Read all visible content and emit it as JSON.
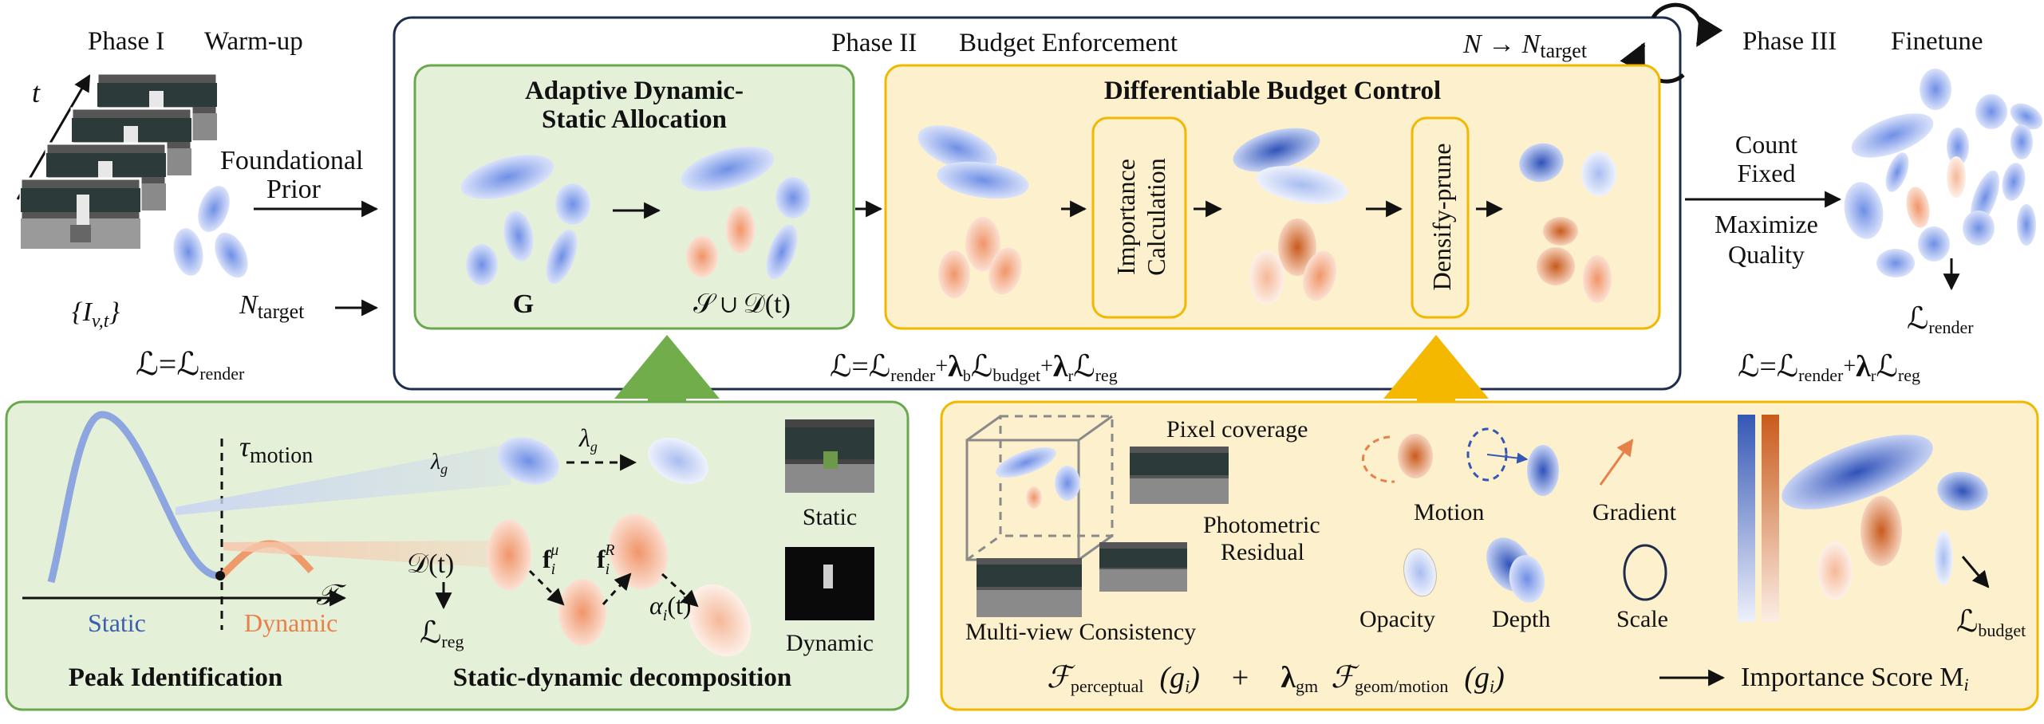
{
  "phase1": {
    "title": "Phase I",
    "subtitle": "Warm-up",
    "t_axis": "t",
    "prior_label_1": "Foundational",
    "prior_label_2": "Prior",
    "input_label": "{I",
    "input_sub": "v,t",
    "input_close": "}",
    "ntarget": "N",
    "ntarget_sub": "target",
    "loss": "ℒ=ℒ",
    "loss_sub": "render"
  },
  "phase2": {
    "title": "Phase II",
    "subtitle": "Budget Enforcement",
    "n_arrow": "N → N",
    "n_arrow_sub": "target",
    "allocation_title_1": "Adaptive Dynamic-",
    "allocation_title_2": "Static Allocation",
    "g_label": "G",
    "sd_label": "𝒮 ∪ 𝒟(t)",
    "budget_title": "Differentiable Budget Control",
    "importance_1": "Importance",
    "importance_2": "Calculation",
    "densify": "Densify-prune",
    "loss_main": "ℒ=ℒ",
    "loss_render": "render",
    "loss_plus": "+",
    "loss_lb": "λ",
    "loss_lb_sub": "b",
    "loss_budget": "ℒ",
    "loss_budget_sub": "budget",
    "loss_plus2": "+",
    "loss_lr": "λ",
    "loss_lr_sub": "r",
    "loss_reg": "ℒ",
    "loss_reg_sub": "reg"
  },
  "phase3": {
    "title": "Phase III",
    "subtitle": "Finetune",
    "count_1": "Count",
    "count_2": "Fixed",
    "max_1": "Maximize",
    "max_2": "Quality",
    "render_loss": "ℒ",
    "render_loss_sub": "render",
    "loss_main": "ℒ=ℒ",
    "loss_render": "render",
    "loss_plus": "+",
    "loss_lr": "λ",
    "loss_lr_sub": "r",
    "loss_reg": "ℒ",
    "loss_reg_sub": "reg"
  },
  "decomp": {
    "tau": "τ",
    "tau_sub": "motion",
    "static_label": "Static",
    "dynamic_label": "Dynamic",
    "t_axis": "𝒯",
    "peak_title": "Peak Identification",
    "lambda_g_1": "λ",
    "lambda_g_1_sub": "g",
    "lambda_g_2": "λ",
    "lambda_g_2_sub": "g",
    "d_t": "𝒟(t)",
    "l_reg": "ℒ",
    "l_reg_sub": "reg",
    "f_mu": "f",
    "f_mu_sub": "i",
    "f_mu_sup": "μ",
    "f_r": "f",
    "f_r_sub": "i",
    "f_r_sup": "R",
    "alpha": "α",
    "alpha_sub": "i",
    "alpha_tail": "(t)",
    "decomp_title": "Static-dynamic decomposition",
    "static_thumb": "Static",
    "dynamic_thumb": "Dynamic"
  },
  "importance": {
    "pixel": "Pixel coverage",
    "photo_1": "Photometric",
    "photo_2": "Residual",
    "multiview": "Multi-view Consistency",
    "motion": "Motion",
    "gradient": "Gradient",
    "opacity": "Opacity",
    "depth": "Depth",
    "scale": "Scale",
    "f_perc": "ℱ",
    "f_perc_sub": "perceptual",
    "g_i_1": "(g",
    "g_i_1_sub": "i",
    "g_i_1_close": ")",
    "plus": "+",
    "lambda_gm": "λ",
    "lambda_gm_sub": "gm",
    "f_geom": "ℱ",
    "f_geom_sub": "geom/motion",
    "g_i_2": "(g",
    "g_i_2_sub": "i",
    "g_i_2_close": ")",
    "score": "Importance Score M",
    "score_sub": "i",
    "l_budget": "ℒ",
    "l_budget_sub": "budget"
  },
  "colors": {
    "blue": "#4a6fd4",
    "orange": "#e8804a",
    "green_panel": "#e5f0d8",
    "green_border": "#6aa84f",
    "yellow_panel": "#fdf0cc",
    "yellow_border": "#f2b800",
    "navy_border": "#1f2d4d"
  }
}
